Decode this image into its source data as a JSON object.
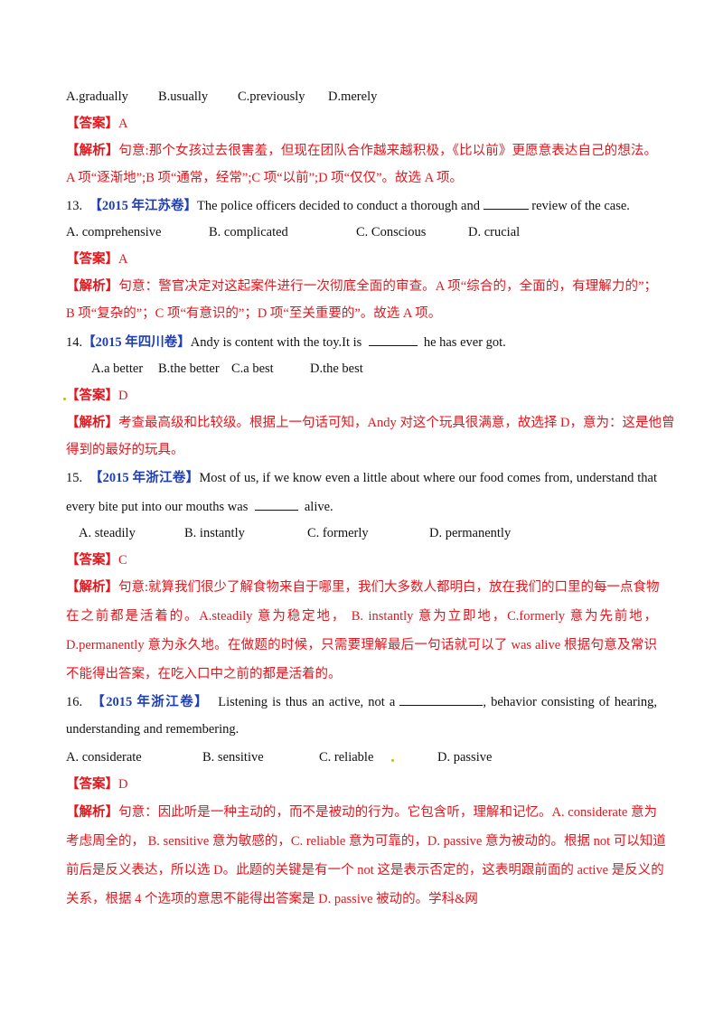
{
  "q12": {
    "options": [
      "A.gradually",
      "B.usually",
      "C.previously",
      "D.merely"
    ],
    "answer_label": "【答案】",
    "answer": "A",
    "analysis_label": "【解析】",
    "analysis_lines": [
      "句意:那个女孩过去很害羞，但现在团队合作越来越积极，《比以前》更愿意表达自己的想法。",
      "A 项“逐渐地”;B 项“通常，经常”;C 项“以前”;D 项“仅仅”。故选 A 项。"
    ]
  },
  "q13": {
    "number": "13.",
    "source": "【2015 年江苏卷】",
    "stem_before": "The police officers decided to conduct a thorough and",
    "stem_after": "review of the case.",
    "options": [
      "A. comprehensive",
      "B. complicated",
      "C. Conscious",
      "D. crucial"
    ],
    "answer_label": "【答案】",
    "answer": "A",
    "analysis_label": "【解析】",
    "analysis_lines": [
      "句意：警官决定对这起案件进行一次彻底全面的审查。A 项“综合的，全面的，有理解力的”；",
      "B 项“复杂的”；C 项“有意识的”；D 项“至关重要的”。故选 A 项。"
    ]
  },
  "q14": {
    "number": "14.",
    "source": "【2015 年四川卷】",
    "stem_before": "Andy is content with the toy.It is",
    "stem_after": "he has ever got.",
    "options": [
      "A.a better",
      "B.the better",
      "C.a best",
      "D.the best"
    ],
    "answer_label": "【答案】",
    "answer": "D",
    "analysis_label": "【解析】",
    "analysis_lines": [
      "考查最高级和比较级。根据上一句话可知，Andy 对这个玩具很满意，故选择 D，意为：这是他曾",
      "得到的最好的玩具。"
    ]
  },
  "q15": {
    "number": "15.",
    "source": "【2015 年浙江卷】",
    "stem_line1": "Most of us, if we know even a little about where our food comes from, understand that",
    "stem_before": "every bite put into our mouths was",
    "stem_after": "alive.",
    "options": [
      "A. steadily",
      "B. instantly",
      "C. formerly",
      "D. permanently"
    ],
    "answer_label": "【答案】",
    "answer": "C",
    "analysis_label": "【解析】",
    "analysis_lines": [
      "句意:就算我们很少了解食物来自于哪里，我们大多数人都明白，放在我们的口里的每一点食物",
      "在之前都是活着的。A.steadily  意为稳定地，  B. instantly  意为立即地，C.formerly  意为先前地，",
      "D.permanently 意为永久地。在做题的时候，只需要理解最后一句话就可以了  was alive  根据句意及常识",
      "不能得出答案，在吃入口中之前的都是活着的。"
    ]
  },
  "q16": {
    "number": "16.",
    "source": "【2015 年浙江卷】",
    "stem_before": "Listening is thus an active, not a",
    "stem_after": ", behavior consisting of hearing,",
    "stem_line2": "understanding and remembering.",
    "options": [
      "A. considerate",
      "B. sensitive",
      "C. reliable",
      "D. passive"
    ],
    "answer_label": "【答案】",
    "answer": "D",
    "analysis_label": "【解析】",
    "analysis_lines": [
      "句意：因此听是一种主动的，而不是被动的行为。它包含听，理解和记忆。A. considerate 意为",
      "考虑周全的，  B. sensitive 意为敏感的，C. reliable 意为可靠的，D. passive 意为被动的。根据 not 可以知道",
      "前后是反义表达，所以选 D。此题的关键是有一个 not 这是表示否定的，这表明跟前面的 active 是反义的",
      "关系，根据 4 个选项的意思不能得出答案是  D. passive 被动的。学科&网"
    ]
  }
}
